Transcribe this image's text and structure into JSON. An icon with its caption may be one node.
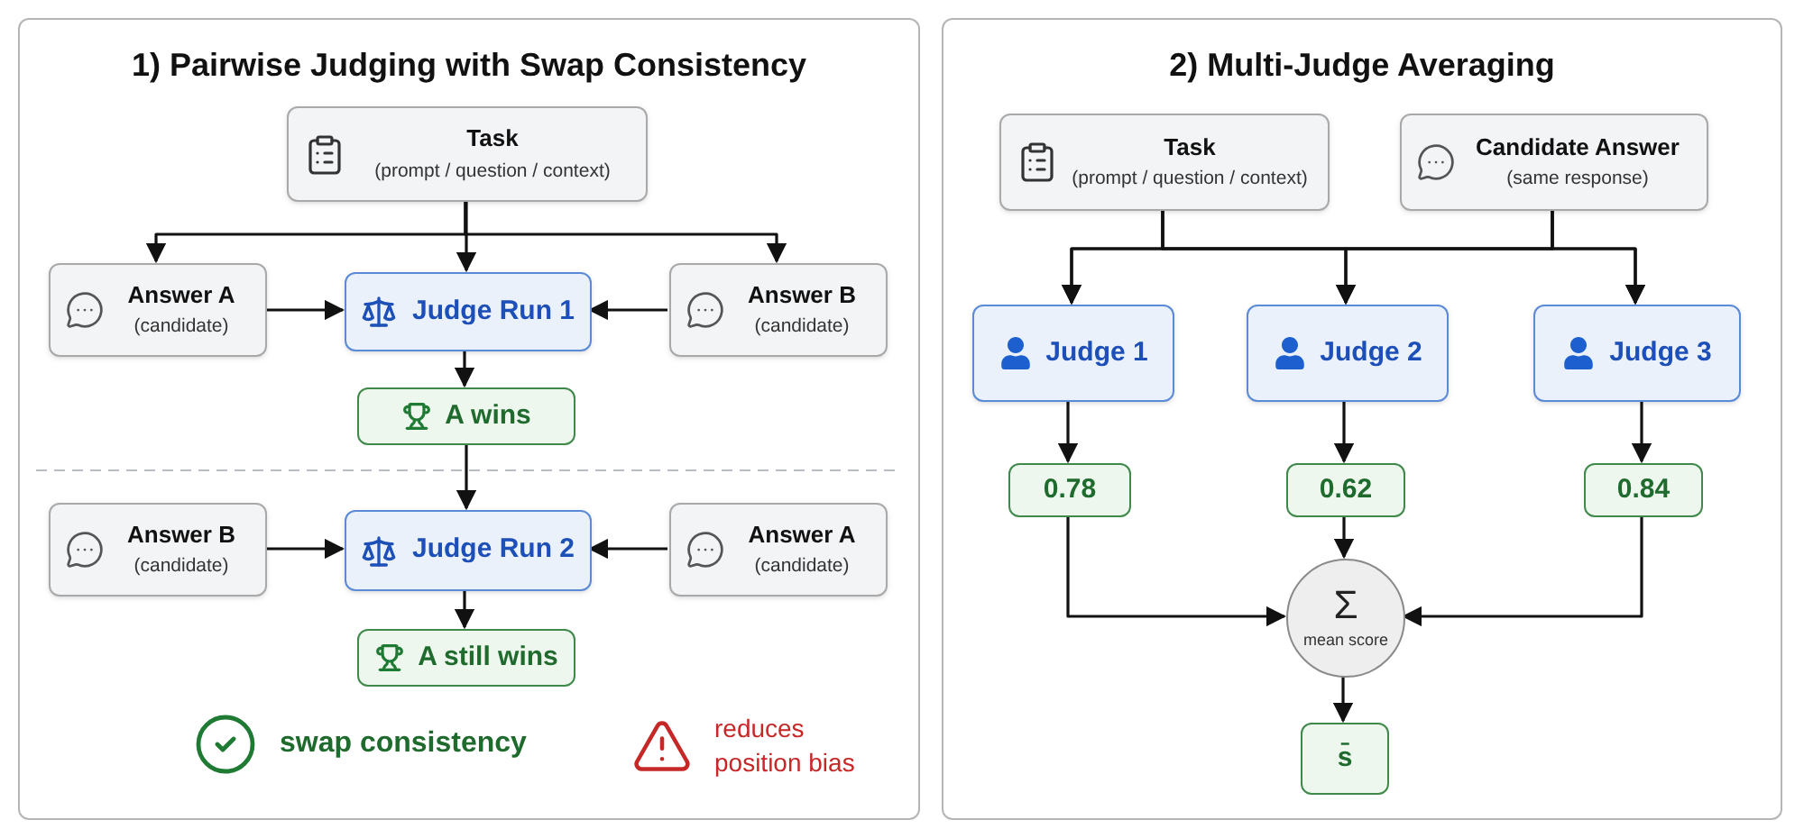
{
  "diagram": {
    "nodes": [
      {
        "text": [
          "1) Pairwise Judging with Swap Consistency"
        ]
      },
      {
        "text": [
          "Task",
          "(prompt / question / context)"
        ],
        "in": 0
      },
      {
        "text": [
          "Answer A",
          "(candidate)"
        ],
        "in": 0
      },
      {
        "text": [
          "Judge Run 1"
        ],
        "in": 0
      },
      {
        "text": [
          "Answer B",
          "(candidate)"
        ],
        "in": 0
      },
      {
        "text": [
          "A wins"
        ],
        "in": 0
      },
      {
        "text": [
          "Answer B",
          "(candidate)"
        ],
        "in": 0
      },
      {
        "text": [
          "Judge Run 2"
        ],
        "in": 0
      },
      {
        "text": [
          "Answer A",
          "(candidate)"
        ],
        "in": 0
      },
      {
        "text": [
          "A still wins"
        ],
        "in": 0
      },
      {
        "text": [
          "2) Multi-Judge Averaging"
        ]
      },
      {
        "text": [
          "Task",
          "(prompt / question / context)"
        ],
        "in": 10
      },
      {
        "text": [
          "Candidate Answer",
          "(same response)"
        ],
        "in": 10
      },
      {
        "text": [
          "Judge 1"
        ],
        "in": 10
      },
      {
        "text": [
          "Judge 2"
        ],
        "in": 10
      },
      {
        "text": [
          "Judge 3"
        ],
        "in": 10
      },
      {
        "text": [
          "0.78"
        ],
        "in": 10
      },
      {
        "text": [
          "0.62"
        ],
        "in": 10
      },
      {
        "text": [
          "0.84"
        ],
        "in": 10
      },
      {
        "text": [
          "Σ",
          "mean score"
        ],
        "in": 10
      },
      {
        "text": [
          "s̄"
        ],
        "in": 10
      }
    ],
    "edges": [
      {
        "from": 1,
        "to": 2,
        "arrow": "to"
      },
      {
        "from": 1,
        "to": 3,
        "arrow": "to"
      },
      {
        "from": 1,
        "to": 4,
        "arrow": "to"
      },
      {
        "from": 2,
        "to": 3,
        "arrow": "to"
      },
      {
        "from": 4,
        "to": 3,
        "arrow": "to"
      },
      {
        "from": 3,
        "to": 5,
        "arrow": "to"
      },
      {
        "from": 5,
        "to": 7,
        "arrow": "to"
      },
      {
        "from": 6,
        "to": 7,
        "arrow": "to"
      },
      {
        "from": 8,
        "to": 7,
        "arrow": "to"
      },
      {
        "from": 7,
        "to": 9,
        "arrow": "to"
      },
      {
        "from": 11,
        "to": 13,
        "arrow": "to"
      },
      {
        "from": 11,
        "to": 14,
        "arrow": "to"
      },
      {
        "from": 11,
        "to": 15,
        "arrow": "to"
      },
      {
        "from": 12,
        "to": 13,
        "arrow": "to"
      },
      {
        "from": 12,
        "to": 14,
        "arrow": "to"
      },
      {
        "from": 12,
        "to": 15,
        "arrow": "to"
      },
      {
        "from": 13,
        "to": 16,
        "arrow": "to"
      },
      {
        "from": 14,
        "to": 17,
        "arrow": "to"
      },
      {
        "from": 15,
        "to": 18,
        "arrow": "to"
      },
      {
        "from": 16,
        "to": 19,
        "arrow": "to"
      },
      {
        "from": 17,
        "to": 19,
        "arrow": "to"
      },
      {
        "from": 18,
        "to": 19,
        "arrow": "to"
      },
      {
        "from": 19,
        "to": 20,
        "arrow": "to"
      }
    ],
    "labels": [
      "swap consistency",
      "reduces position bias"
    ]
  }
}
